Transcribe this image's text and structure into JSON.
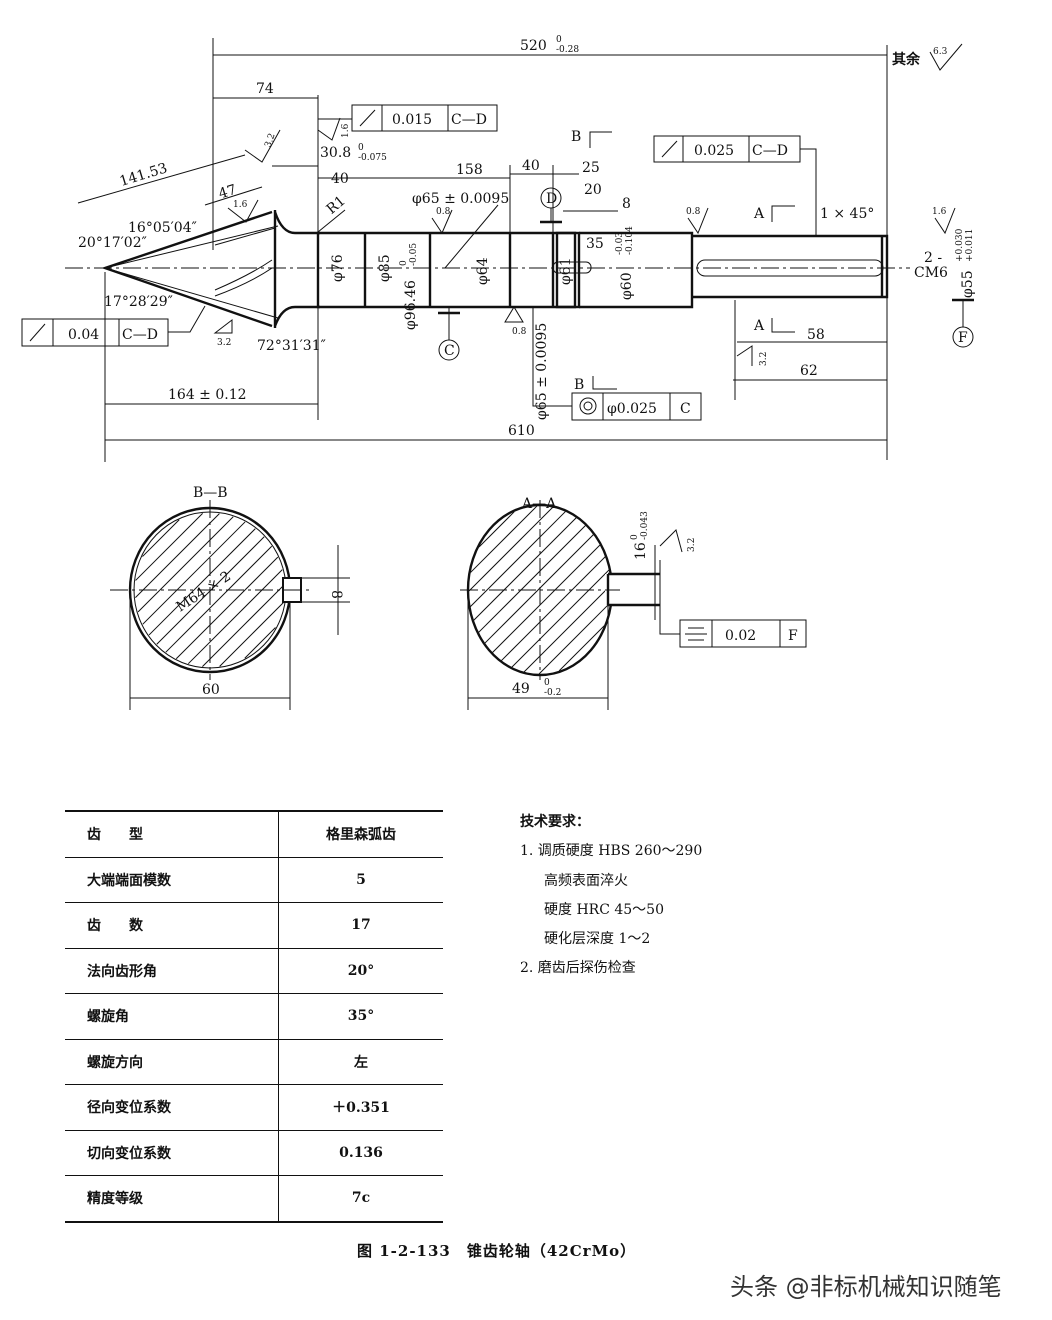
{
  "drawing": {
    "overall_520": "520",
    "overall_520_tol_up": "0",
    "overall_520_tol_low": "-0.28",
    "rest_roughness_label": "其余",
    "rest_roughness": "6.3",
    "dim_74": "74",
    "dim_141_53": "141.53",
    "dim_47": "47",
    "dim_30_8": "30.8",
    "dim_30_8_tol_up": "0",
    "dim_30_8_tol_low": "-0.075",
    "dim_40a": "40",
    "dim_158": "158",
    "dim_40b": "40",
    "dim_25": "25",
    "dim_20": "20",
    "dim_8": "8",
    "dim_35": "35",
    "angle_16": "16°05′04″",
    "angle_20": "20°17′02″",
    "angle_17": "17°28′29″",
    "angle_72": "72°31′31″",
    "r1": "R1",
    "d65_top": "φ65 ± 0.0095",
    "d76": "φ76",
    "d85": "φ85",
    "d96": "φ96.46",
    "d96_tol_up": "0",
    "d96_tol_low": "-0.05",
    "d64": "φ64",
    "d61": "φ61",
    "d60": "φ60",
    "d60_tol_up": "-0.03",
    "d60_tol_low": "-0.104",
    "d55": "φ55",
    "d55_tol_up": "+0.030",
    "d55_tol_low": "+0.011",
    "d65_bottom": "φ65 ± 0.0095",
    "center_hole": "2 -",
    "center_hole_2": "CM6",
    "chamfer": "1 × 45°",
    "dim_164": "164 ± 0.12",
    "dim_610": "610",
    "dim_58": "58",
    "dim_62": "62",
    "section_b": "B",
    "section_a": "A",
    "datum_c": "C",
    "datum_d": "D",
    "datum_f": "F",
    "roughness": [
      "3.2",
      "1.6",
      "1.6",
      "0.8",
      "0.8",
      "1.6",
      "0.8",
      "3.2",
      "3.2",
      "3.2"
    ],
    "fcf_1": {
      "symbol": "runout",
      "value": "0.015",
      "datum": "C—D"
    },
    "fcf_2": {
      "symbol": "runout",
      "value": "0.025",
      "datum": "C—D"
    },
    "fcf_3": {
      "symbol": "runout",
      "value": "0.04",
      "datum": "C—D"
    },
    "fcf_4": {
      "symbol": "concentricity",
      "value": "φ0.025",
      "datum": "C"
    },
    "fcf_5": {
      "symbol": "symmetry",
      "value": "0.02",
      "datum": "F"
    }
  },
  "sections": {
    "bb_title": "B—B",
    "bb_thread": "M64 × 2",
    "bb_width": "8",
    "bb_depth": "60",
    "aa_title": "A—A",
    "aa_width": "16",
    "aa_width_tol_up": "0",
    "aa_width_tol_low": "-0.043",
    "aa_depth": "49",
    "aa_depth_tol_up": "0",
    "aa_depth_tol_low": "-0.2"
  },
  "gear_table": [
    {
      "key": "齿　　型",
      "value": "格里森弧齿"
    },
    {
      "key": "大端端面模数",
      "value": "5"
    },
    {
      "key": "齿　　数",
      "value": "17"
    },
    {
      "key": "法向齿形角",
      "value": "20°"
    },
    {
      "key": "螺旋角",
      "value": "35°"
    },
    {
      "key": "螺旋方向",
      "value": "左"
    },
    {
      "key": "径向变位系数",
      "value": "＋0.351"
    },
    {
      "key": "切向变位系数",
      "value": "0.136"
    },
    {
      "key": "精度等级",
      "value": "7c"
    }
  ],
  "requirements": {
    "title": "技术要求：",
    "items": [
      "1. 调质硬度 HBS 260～290",
      "高频表面淬火",
      "硬度 HRC 45～50",
      "硬化层深度 1～2",
      "2. 磨齿后探伤检查"
    ]
  },
  "caption": "图 1-2-133　锥齿轮轴（42CrMo）",
  "watermark": "头条 @非标机械知识随笔"
}
